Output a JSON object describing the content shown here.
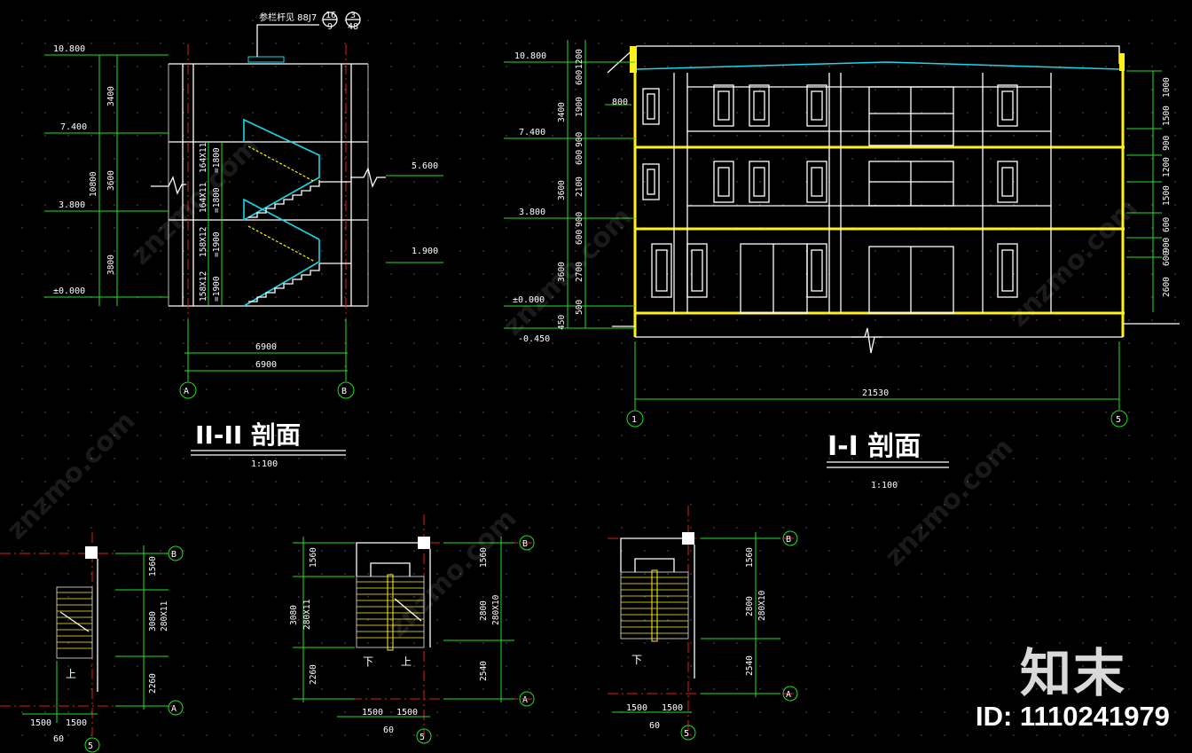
{
  "section_2": {
    "title": "II-II 剖面",
    "scale": "1:100",
    "reference": "参栏杆见 88J7",
    "ref_top_a": "16",
    "ref_bot_a": "9",
    "ref_top_b": "3",
    "ref_bot_b": "48",
    "levels": [
      "10.800",
      "7.400",
      "3.800",
      "±0.000"
    ],
    "right_levels": [
      "5.600",
      "1.900"
    ],
    "heights": [
      "3400",
      "3600",
      "3800"
    ],
    "total_height": "10800",
    "flight_labels": [
      "164X11",
      "=1800",
      "164X11",
      "=1800",
      "158X12",
      "=1900",
      "158X12",
      "=1900"
    ],
    "widths": [
      "6900",
      "6900"
    ],
    "axes": [
      "A",
      "B"
    ]
  },
  "section_1": {
    "title": "I-I 剖面",
    "scale": "1:100",
    "levels": [
      "10.800",
      "7.400",
      "3.800",
      "±0.000",
      "-0.450"
    ],
    "left_dims": [
      "1200",
      "600",
      "1900",
      "900",
      "600",
      "2100",
      "900",
      "600",
      "2700",
      "500",
      "450"
    ],
    "left_outer": [
      "3400",
      "3600",
      "3600"
    ],
    "inner_dim": "800",
    "right_dims": [
      "1000",
      "1500",
      "900",
      "1200",
      "1500",
      "600",
      "900",
      "600",
      "2600"
    ],
    "total_width": "21530",
    "axes": [
      "1",
      "5"
    ]
  },
  "plan_1": {
    "dims": [
      "1560",
      "3080",
      "280X11",
      "2260"
    ],
    "bottom_dims": [
      "1500",
      "1500",
      "60"
    ],
    "labels": [
      "上"
    ],
    "axes": [
      "B",
      "A",
      "5"
    ]
  },
  "plan_2": {
    "left_dims": [
      "1560",
      "3080",
      "280X11",
      "2260"
    ],
    "right_dims": [
      "1560",
      "2800",
      "280X10",
      "2540"
    ],
    "bottom_dims": [
      "1500",
      "1500",
      "60"
    ],
    "labels": [
      "下",
      "上"
    ],
    "axes": [
      "B",
      "A",
      "5"
    ]
  },
  "plan_3": {
    "dims": [
      "1560",
      "2800",
      "280X10",
      "2540"
    ],
    "bottom_dims": [
      "1500",
      "1500",
      "60"
    ],
    "labels": [
      "下"
    ],
    "axes": [
      "B",
      "A",
      "5"
    ]
  },
  "watermark": {
    "text": "znzmo.com",
    "logo": "知末",
    "id": "ID: 1110241979"
  }
}
